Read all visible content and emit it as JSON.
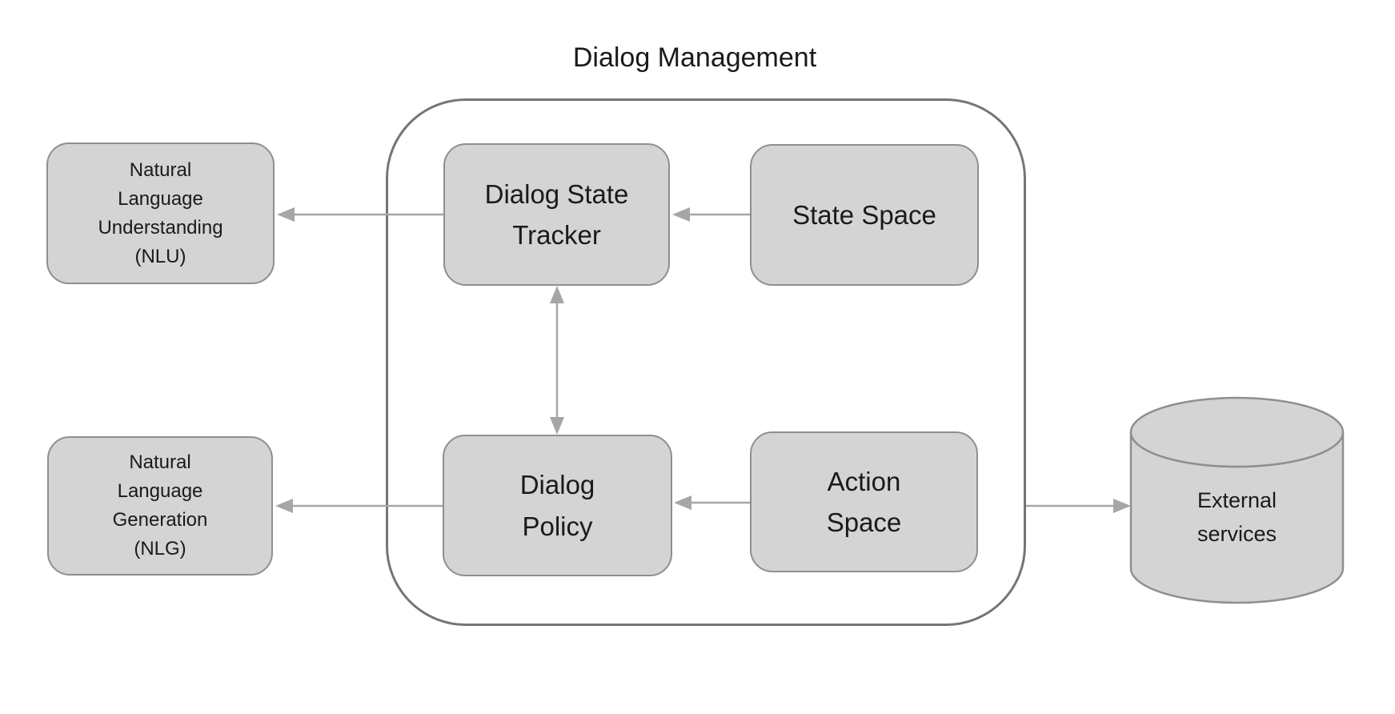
{
  "diagram": {
    "title": "Dialog Management",
    "nodes": {
      "nlu": {
        "label": "Natural\nLanguage\nUnderstanding\n(NLU)"
      },
      "nlg": {
        "label": "Natural\nLanguage\nGeneration\n(NLG)"
      },
      "dialog_state_tracker": {
        "label": "Dialog State\nTracker"
      },
      "state_space": {
        "label": "State Space"
      },
      "dialog_policy": {
        "label": "Dialog\nPolicy"
      },
      "action_space": {
        "label": "Action\nSpace"
      },
      "external_services": {
        "label": "External\nservices"
      }
    },
    "edges": [
      {
        "from": "state_space",
        "to": "dialog_state_tracker",
        "style": "arrow"
      },
      {
        "from": "dialog_state_tracker",
        "to": "nlu",
        "style": "arrow"
      },
      {
        "from": "dialog_state_tracker",
        "to": "dialog_policy",
        "style": "double-arrow"
      },
      {
        "from": "action_space",
        "to": "dialog_policy",
        "style": "arrow"
      },
      {
        "from": "dialog_policy",
        "to": "nlg",
        "style": "arrow"
      },
      {
        "from": "dialog_management_container",
        "to": "external_services",
        "style": "arrow"
      }
    ]
  },
  "colors": {
    "node_fill": "#d4d4d4",
    "node_border": "#8f8f8f",
    "container_border": "#757575",
    "arrow": "#a6a6a6",
    "text": "#1a1a1a",
    "background": "#ffffff"
  }
}
